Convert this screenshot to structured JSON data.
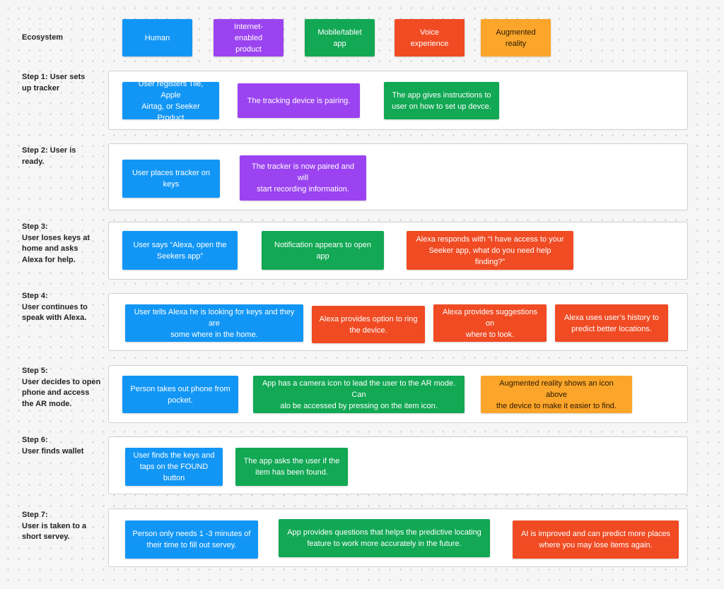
{
  "colors": {
    "blue": "#1296f5",
    "purple": "#9b43f1",
    "green": "#12a854",
    "red": "#f04b23",
    "orange": "#fba52a"
  },
  "ecosystem": {
    "label": "Ecosystem",
    "items": [
      "Human",
      "Internet-enabled\nproduct",
      "Mobile/tablet app",
      "Voice experience",
      "Augmented\nreality"
    ]
  },
  "steps": [
    {
      "label": "Step 1: User sets\nup tracker",
      "cards": [
        "User registers Tile, Apple\nAirtag, or Seeker Product",
        "The tracking device is pairing.",
        "The app gives instructions to\nuser on how to set up devce."
      ]
    },
    {
      "label": "Step 2:  User is\nready.",
      "cards": [
        "User places tracker on\nkeys",
        "The tracker is now paired and will\nstart recording information."
      ]
    },
    {
      "label": "Step 3:\nUser loses keys at\nhome and asks\nAlexa for help.",
      "cards": [
        "User says “Alexa, open the\nSeekers app”",
        "Notification appears to open app",
        "Alexa responds with “I have access to your\nSeeker app, what do you need help finding?”"
      ]
    },
    {
      "label": "Step 4:\nUser continues to\nspeak with Alexa.",
      "cards": [
        "User tells Alexa he is looking for keys and they are\nsome where in the home.",
        "Alexa provides option to ring\nthe device.",
        "Alexa provides suggestions on\nwhere to look.",
        "Alexa uses user’s history to\npredict better locations."
      ]
    },
    {
      "label": "Step 5:\nUser decides to open\nphone and access\nthe AR mode.",
      "cards": [
        "Person takes out phone from\npocket.",
        "App has a camera icon to lead the user to the AR mode. Can\nalo be accessed by pressing on the item icon.",
        "Augmented reality shows an icon above\nthe device to make it easier to find."
      ]
    },
    {
      "label": "Step 6:\nUser finds wallet",
      "cards": [
        "User finds the keys and\ntaps on the FOUND button",
        "The app asks the user if the\nitem has been found."
      ]
    },
    {
      "label": "Step 7:\nUser is taken to a\nshort servey.",
      "cards": [
        "Person only needs 1 -3 minutes of\ntheir time to fill out servey.",
        "App provides questions that helps the predictive locating\nfeature to work more accurately in the future.",
        "AI is improved and can predict more places\nwhere you may lose items again."
      ]
    }
  ]
}
